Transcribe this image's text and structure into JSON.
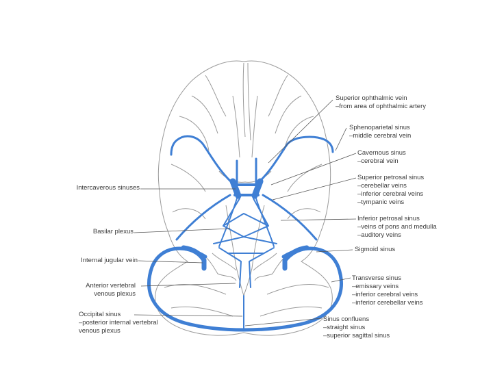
{
  "diagram": {
    "colors": {
      "vein": "#3f7fd4",
      "outline": "#9a9a9a",
      "leader": "#555555",
      "text": "#3a3a3a"
    },
    "labels_right": [
      {
        "title": "Superior ophthalmic vein",
        "subs": [
          "–from area of ophthalmic artery"
        ]
      },
      {
        "title": "Sphenoparietal sinus",
        "subs": [
          "–middle cerebral vein"
        ]
      },
      {
        "title": "Cavernous sinus",
        "subs": [
          "–cerebral vein"
        ]
      },
      {
        "title": "Superior petrosal sinus",
        "subs": [
          "–cerebellar veins",
          "–inferior cerebral veins",
          "–tympanic veins"
        ]
      },
      {
        "title": "Inferior petrosal sinus",
        "subs": [
          "–veins of pons and medulla",
          "–auditory veins"
        ]
      },
      {
        "title": "Sigmoid sinus",
        "subs": []
      },
      {
        "title": "Transverse sinus",
        "subs": [
          "–emissary veins",
          "–inferior cerebral veins",
          "–inferior cerebellar veins"
        ]
      },
      {
        "title": "Sinus confluens",
        "subs": [
          "–straight sinus",
          "–superior sagittal sinus"
        ]
      }
    ],
    "labels_left": [
      {
        "title": "Intercaverous sinuses",
        "subs": []
      },
      {
        "title": "Basilar plexus",
        "subs": []
      },
      {
        "title": "Internal jugular vein",
        "subs": []
      },
      {
        "title": "Anterior vertebral",
        "subs": [
          "venous plexus"
        ]
      },
      {
        "title": "Occipital sinus",
        "subs": [
          "–posterior internal vertebral",
          "venous plexus"
        ]
      }
    ]
  }
}
